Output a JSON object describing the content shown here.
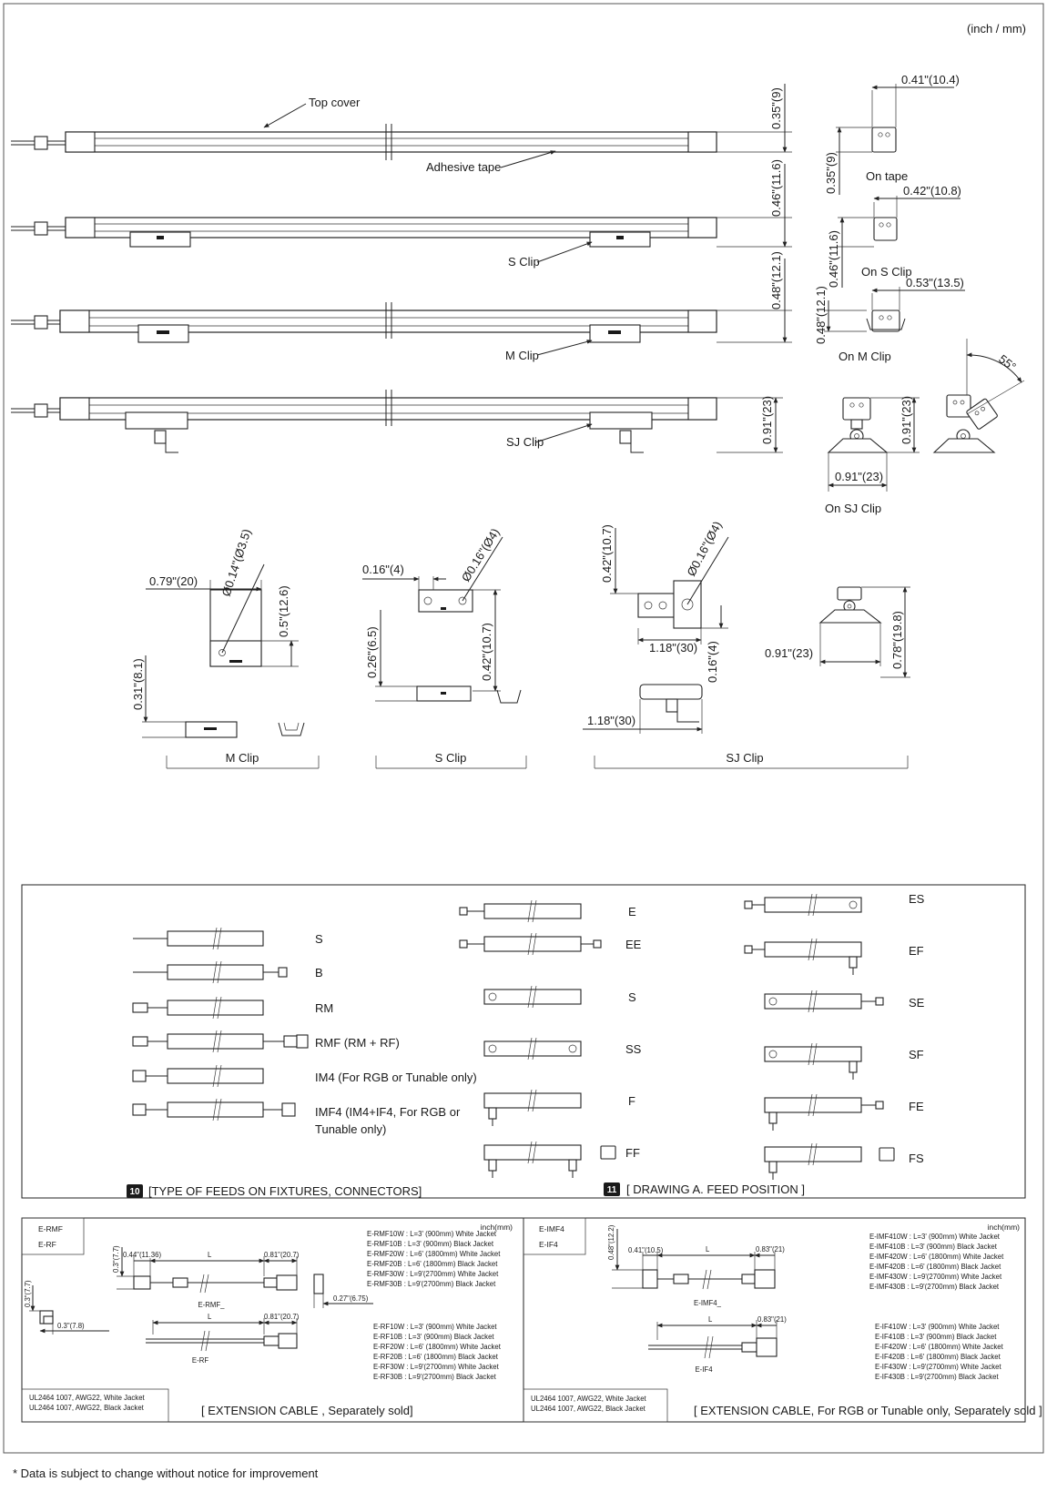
{
  "units": "(inch / mm)",
  "profile": {
    "top_cover": "Top cover",
    "adhesive_tape": "Adhesive tape",
    "s_clip": "S Clip",
    "m_clip": "M Clip",
    "sj_clip": "SJ Clip",
    "dims": [
      "0.35\"(9)",
      "0.46\"(11.6)",
      "0.48\"(12.1)",
      "0.91\"(23)"
    ]
  },
  "sections": {
    "on_tape": {
      "label": "On tape",
      "w": "0.41\"(10.4)",
      "h": "0.35\"(9)"
    },
    "on_s_clip": {
      "label": "On S Clip",
      "w": "0.42\"(10.8)",
      "h": "0.46\"(11.6)"
    },
    "on_m_clip": {
      "label": "On M Clip",
      "w": "0.53\"(13.5)",
      "h": "0.48\"(12.1)"
    },
    "on_sj_clip": {
      "label": "On SJ Clip",
      "w": "0.91\"(23)",
      "h": "0.91\"(23)",
      "angle": "55°"
    }
  },
  "clips": {
    "m": {
      "label": "M Clip",
      "w": "0.79\"(20)",
      "hole": "Ø0.14\"(Ø3.5)",
      "len": "0.5\"(12.6)",
      "h": "0.31\"(8.1)"
    },
    "s": {
      "label": "S Clip",
      "top": "0.16\"(4)",
      "hole": "Ø0.16\"(Ø4)",
      "h1": "0.26\"(6.5)",
      "h2": "0.42\"(10.7)"
    },
    "sj": {
      "label": "SJ Clip",
      "h1": "0.42\"(10.7)",
      "hole": "Ø0.16\"(Ø4)",
      "w1": "1.18\"(30)",
      "h2": "0.16\"(4)",
      "w2": "1.18\"(30)",
      "w3": "0.91\"(23)",
      "h3": "0.78\"(19.8)"
    }
  },
  "feeds": {
    "box10_num": "10",
    "box10_title": "[TYPE OF FEEDS ON FIXTURES, CONNECTORS]",
    "box11_num": "11",
    "box11_title": "[ DRAWING A.  FEED POSITION ]",
    "connectors": [
      "S",
      "B",
      "RM",
      "RMF (RM + RF)",
      "IM4 (For RGB or Tunable only)",
      "IMF4 (IM4+IF4, For RGB or"
    ],
    "connector_extra": "Tunable only)",
    "pos_mid": [
      "E",
      "EE",
      "S",
      "SS",
      "F",
      "FF"
    ],
    "pos_right": [
      "ES",
      "EF",
      "SE",
      "SF",
      "FE",
      "FS"
    ]
  },
  "ext_left": {
    "tag1": "E-RMF",
    "tag2": "E-RF",
    "units": "inch(mm)",
    "dims": {
      "h1": "0.3\"(7.7)",
      "w1": "0.44\"(11.36)",
      "L": "L",
      "w2": "0.81\"(20.7)",
      "side_h": "0.3\"(7.7)",
      "side_w": "0.3\"(7.8)",
      "w3": "0.27\"(6.75)",
      "w4": "0.81\"(20.7)"
    },
    "name1": "E-RMF_",
    "name2": "E-RF",
    "list1": [
      "E-RMF10W : L=3' (900mm)  White Jacket",
      "E-RMF10B : L=3' (900mm)  Black Jacket",
      "E-RMF20W : L=6' (1800mm) White Jacket",
      "E-RMF20B : L=6' (1800mm) Black Jacket",
      "E-RMF30W : L=9'(2700mm) White Jacket",
      "E-RMF30B : L=9'(2700mm)  Black Jacket"
    ],
    "list2": [
      "E-RF10W : L=3' (900mm)  White Jacket",
      "E-RF10B : L=3' (900mm)  Black Jacket",
      "E-RF20W : L=6' (1800mm) White Jacket",
      "E-RF20B : L=6' (1800mm) Black Jacket",
      "E-RF30W : L=9'(2700mm) White Jacket",
      "E-RF30B : L=9'(2700mm) Black Jacket"
    ],
    "spec1": "UL2464 1007, AWG22, White Jacket",
    "spec2": "UL2464 1007, AWG22, Black Jacket",
    "caption": "[ EXTENSION CABLE , Separately sold]"
  },
  "ext_right": {
    "tag1": "E-IMF4",
    "tag2": "E-IF4",
    "units": "inch(mm)",
    "dims": {
      "h1": "0.48\"(12.2)",
      "w1": "0.41\"(10.5)",
      "L": "L",
      "w2": "0.83\"(21)",
      "w3": "0.83\"(21)"
    },
    "name1": "E-IMF4_",
    "name2": "E-IF4",
    "list1": [
      "E-IMF410W : L=3' (900mm)  White Jacket",
      "E-IMF410B : L=3' (900mm)  Black Jacket",
      "E-IMF420W : L=6' (1800mm) White Jacket",
      "E-IMF420B : L=6' (1800mm) Black Jacket",
      "E-IMF430W : L=9'(2700mm) White Jacket",
      "E-IMF430B : L=9'(2700mm) Black Jacket"
    ],
    "list2": [
      "E-IF410W : L=3' (900mm)  White Jacket",
      "E-IF410B : L=3' (900mm)  Black Jacket",
      "E-IF420W : L=6' (1800mm) White Jacket",
      "E-IF420B : L=6' (1800mm) Black Jacket",
      "E-IF430W : L=9'(2700mm) White Jacket",
      "E-IF430B : L=9'(2700mm) Black Jacket"
    ],
    "spec1": "UL2464 1007, AWG22, White Jacket",
    "spec2": "UL2464 1007, AWG22, Black Jacket",
    "caption": "[ EXTENSION CABLE, For RGB or Tunable only, Separately sold ]"
  },
  "footnote": "* Data is subject to change without notice for improvement"
}
